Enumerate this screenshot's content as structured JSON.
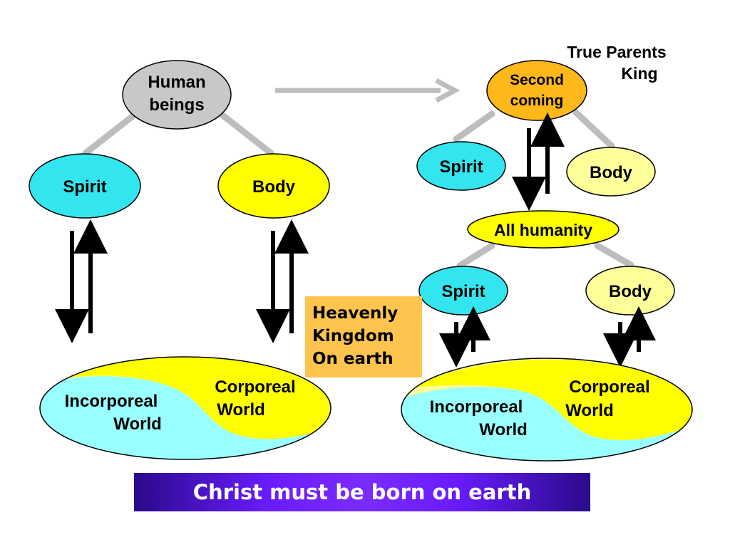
{
  "diagram": {
    "left": {
      "top_node": [
        "Human",
        "beings"
      ],
      "spirit": "Spirit",
      "body": "Body",
      "world_incorporeal": [
        "Incorporeal",
        "World"
      ],
      "world_corporeal": [
        "Corporeal",
        "World"
      ]
    },
    "right": {
      "top_node": [
        "Second",
        "coming"
      ],
      "top_label": [
        "True Parents",
        "King"
      ],
      "spirit": "Spirit",
      "body": "Body",
      "middle_node": "All humanity",
      "lower_spirit": "Spirit",
      "lower_body": "Body",
      "world_incorporeal": [
        "Incorporeal",
        "World"
      ],
      "world_corporeal": [
        "Corporeal",
        "World"
      ]
    },
    "kingdom_box": [
      "Heavenly",
      "Kingdom",
      "On earth"
    ],
    "banner": "Christ must be born on earth"
  },
  "colors": {
    "gray_node": "#c8c8c8",
    "orange_node": "#ffb81a",
    "cyan": "#33e5ee",
    "yellow": "#ffff00",
    "pale_yellow": "#ffff99",
    "light_cyan": "#99ffff",
    "connector": "#bdbdbd",
    "kingdom_box": "#ffc44d",
    "banner_purple": "#6a1cff"
  }
}
